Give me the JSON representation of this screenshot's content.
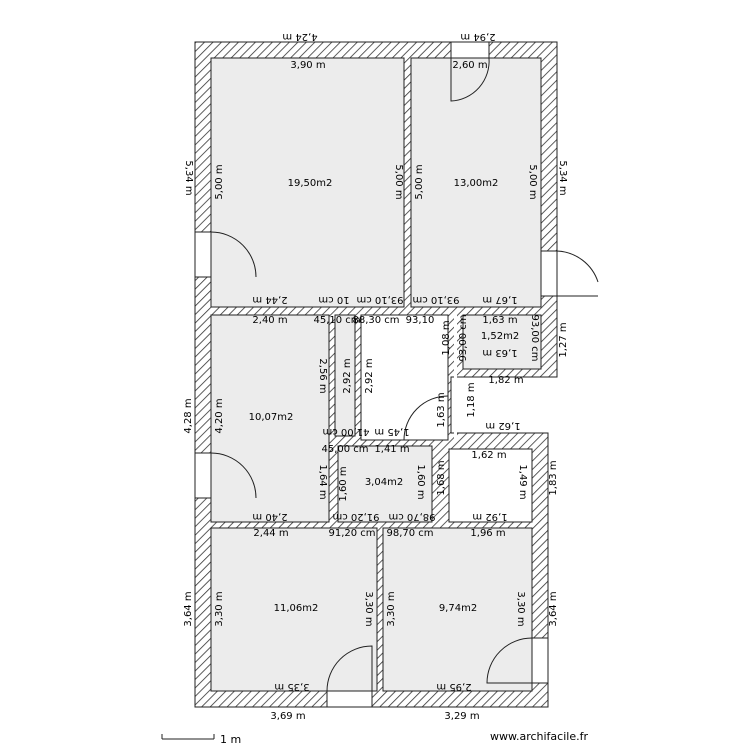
{
  "areas": {
    "living": "19,50m2",
    "bedroom1": "13,00m2",
    "small": "1,52m2",
    "bedroom2": "10,07m2",
    "bath": "3,04m2",
    "bedroom3": "11,06m2",
    "bedroom4": "9,74m2"
  },
  "dims": {
    "top_outer": "4,24 m",
    "top_outer_right": "2,94 m",
    "top_inner_left": "3,90 m",
    "top_inner_right": "2,60 m",
    "left_outer_top": "5,34 m",
    "left_inner_top": "5,00 m",
    "mid_wall_left": "5,00 m",
    "mid_wall_right": "5,00 m",
    "right_inner_top": "5,00 m",
    "right_outer_top": "5,34 m",
    "row1_a": "2,44 m",
    "row1_b": "10 cm",
    "row1_c": "93,10 cm",
    "row1_d": "93,10 cm",
    "row1_e": "1,67 m",
    "row2_a": "2,40 m",
    "row2_b": "45,10 cm",
    "row2_c": "88,30 cm",
    "row2_d": "93,10",
    "row2_e": "1,63 m",
    "small_w": "1,63 m",
    "small_v1": "93,00 cm",
    "small_v2": "1,08 m",
    "small_v3": "93,00 cm",
    "right_outer_mid": "1,27 m",
    "notch_w": "1,82 m",
    "left_outer_mid": "4,28 m",
    "left_inner_mid": "4,20 m",
    "corr_v1": "2,56 m",
    "corr_v2": "2,92 m",
    "corr_v3": "2,92 m",
    "hall_v": "1,63 m",
    "hall_v2": "1,18 m",
    "corr_h1": "41,00 cm",
    "corr_h2": "1,45 m",
    "corr_h3": "45,00 cm",
    "corr_h4": "1,41 m",
    "notch_in": "1,62 m",
    "notch_in2": "1,62 m",
    "right_inner_mid": "1,49 m",
    "right_outer_mid2": "1,83 m",
    "bath_v1": "1,64 m",
    "bath_v2": "1,60 m",
    "bath_v3": "1,60 m",
    "bath_v4": "1,68 m",
    "row3_a": "2,40 m",
    "row3_b": "91,20 cm",
    "row3_c": "98,70 cm",
    "row3_d": "1,92 m",
    "row4_a": "2,44 m",
    "row4_b": "91,20 cm",
    "row4_c": "98,70 cm",
    "row4_d": "1,96 m",
    "left_outer_bot": "3,64 m",
    "left_inner_bot": "3,30 m",
    "mid_bot_l": "3,30 m",
    "mid_bot_r": "3,30 m",
    "right_inner_bot": "3,30 m",
    "right_outer_bot": "3,64 m",
    "bot_inner_l": "3,35 m",
    "bot_inner_r": "2,95 m",
    "bot_outer_l": "3,69 m",
    "bot_outer_r": "3,29 m"
  },
  "scale_label": "1 m",
  "credit": "www.archifacile.fr"
}
